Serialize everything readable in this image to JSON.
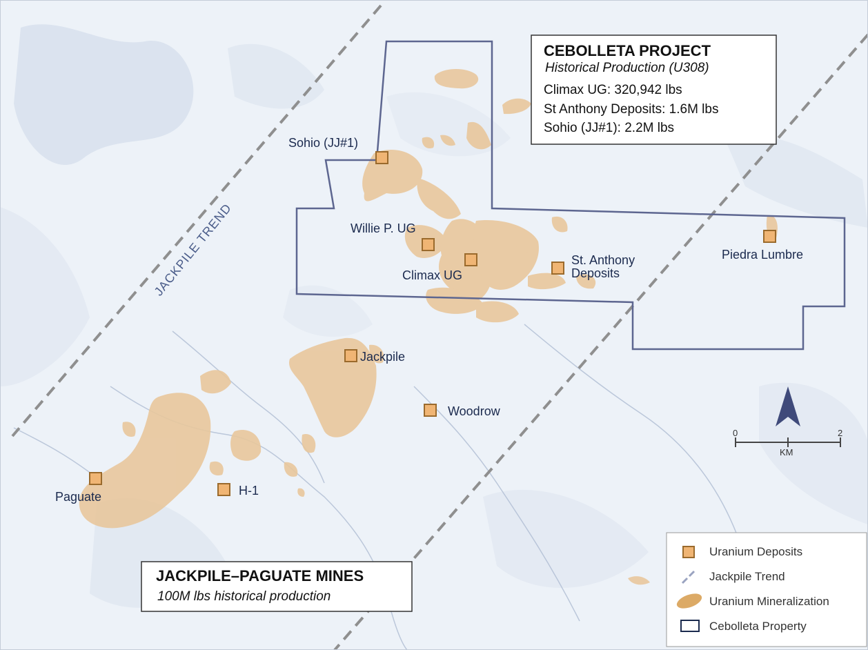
{
  "colors": {
    "background": "#edf2f8",
    "terrain": "#c9d5e5",
    "mineralization": "#e8c79c",
    "deposit_fill": "#f0b574",
    "deposit_stroke": "#9a6a2c",
    "property": "#5d6690",
    "trend": "#8f8f8f",
    "label": "#1b2a4e"
  },
  "trend_label": "JACKPILE TREND",
  "deposits": [
    {
      "id": "sohio",
      "label": "Sohio (JJ#1)"
    },
    {
      "id": "willie",
      "label": "Willie P. UG"
    },
    {
      "id": "climax",
      "label": "Climax UG"
    },
    {
      "id": "stanthony",
      "label_line1": "St. Anthony",
      "label_line2": "Deposits"
    },
    {
      "id": "piedra",
      "label": "Piedra Lumbre"
    },
    {
      "id": "jackpile",
      "label": "Jackpile"
    },
    {
      "id": "woodrow",
      "label": "Woodrow"
    },
    {
      "id": "paguate",
      "label": "Paguate"
    },
    {
      "id": "h1",
      "label": "H-1"
    }
  ],
  "cebolleta_box": {
    "title": "CEBOLLETA PROJECT",
    "subtitle": "Historical Production (U308)",
    "lines": [
      "Climax UG: 320,942 lbs",
      "St Anthony Deposits: 1.6M lbs",
      "Sohio (JJ#1): 2.2M lbs"
    ]
  },
  "jackpile_box": {
    "title": "JACKPILE–PAGUATE MINES",
    "subtitle": "100M lbs historical production"
  },
  "legend": [
    {
      "icon": "deposit-square-icon",
      "label": "Uranium Deposits"
    },
    {
      "icon": "trend-dash-icon",
      "label": "Jackpile Trend"
    },
    {
      "icon": "mineralization-blob-icon",
      "label": "Uranium Mineralization"
    },
    {
      "icon": "property-outline-icon",
      "label": "Cebolleta Property"
    }
  ],
  "scale": {
    "start": "0",
    "end": "2",
    "unit": "KM"
  },
  "north_icon": "north-arrow-icon"
}
